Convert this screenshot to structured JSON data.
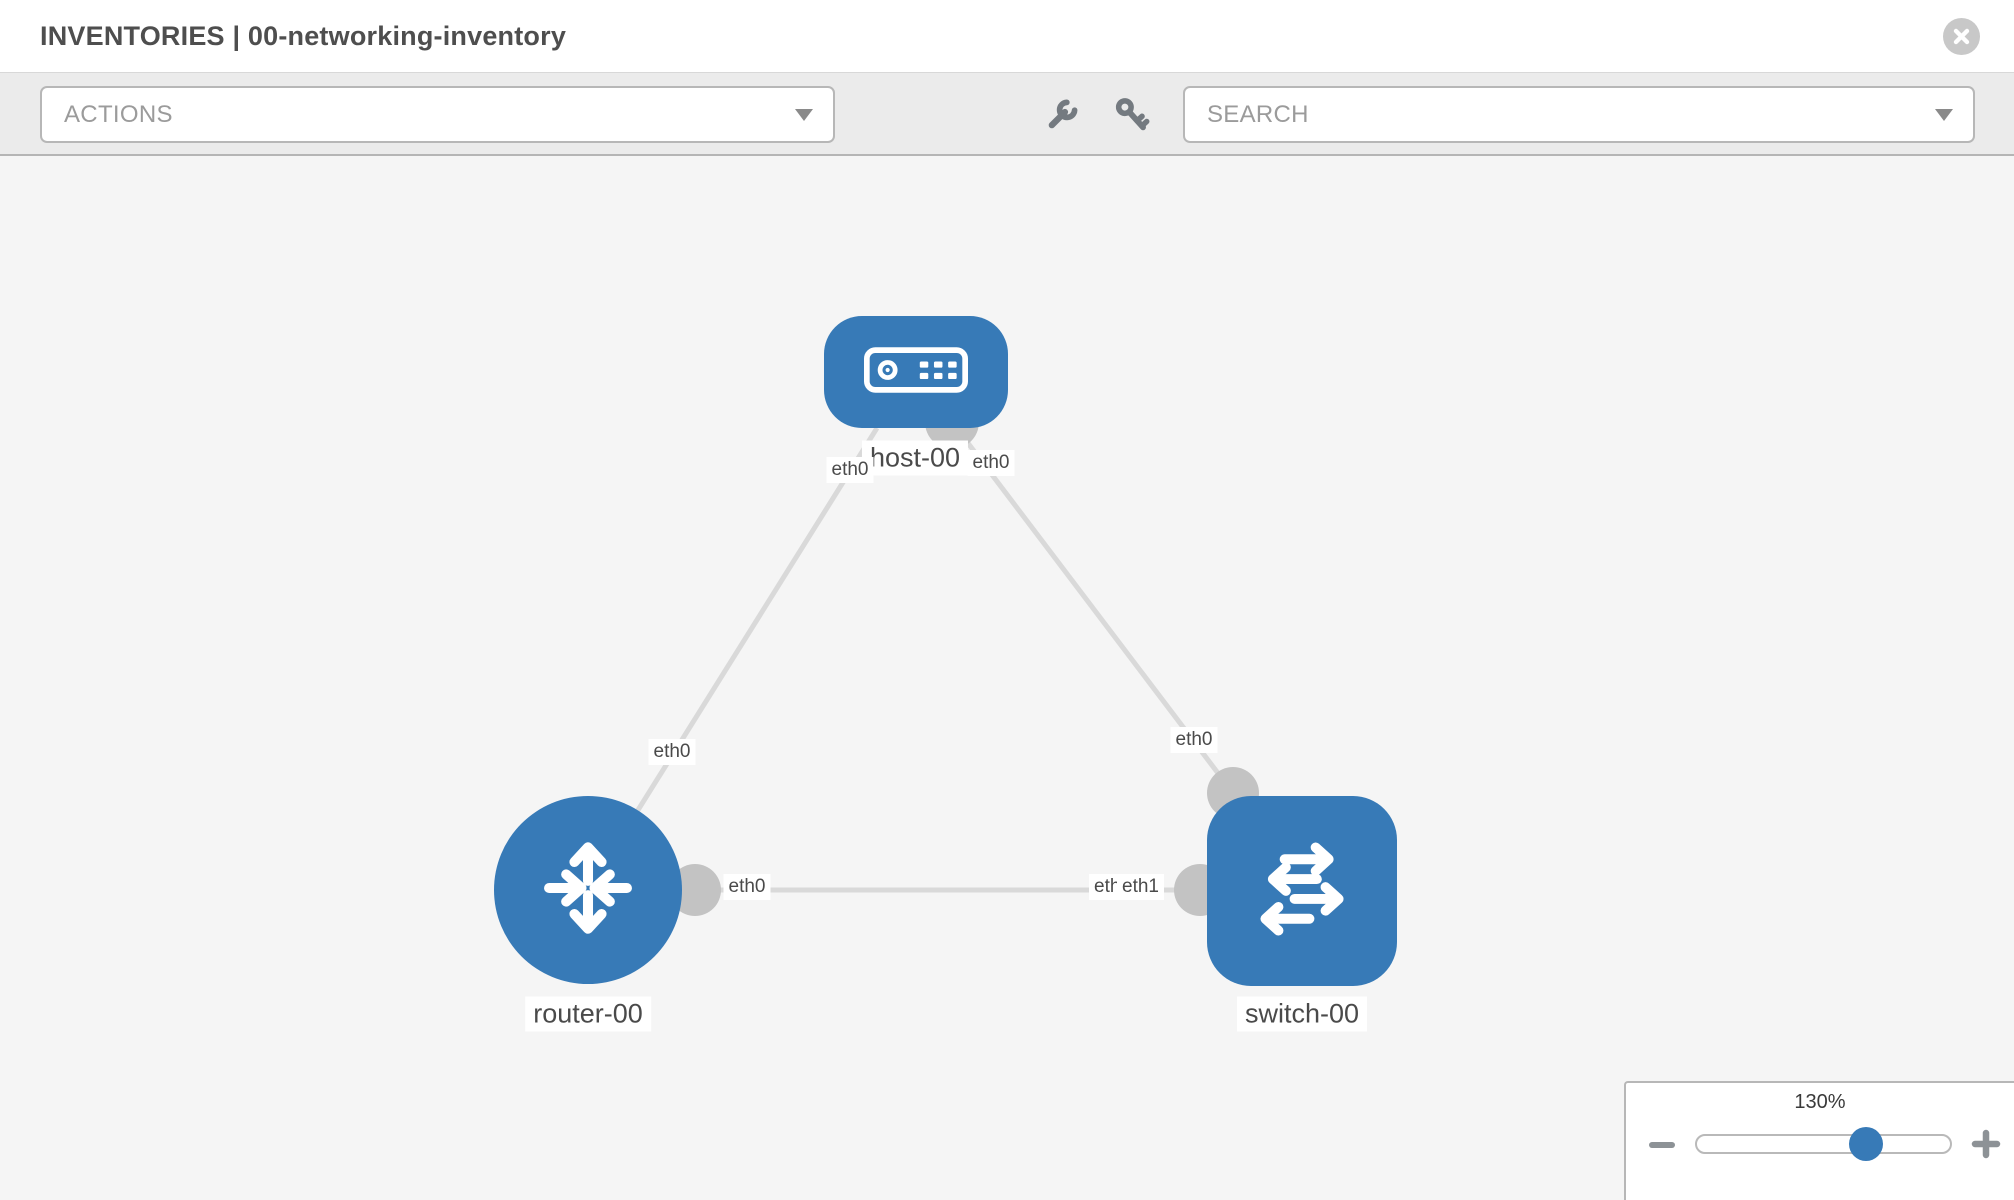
{
  "header": {
    "title": "INVENTORIES | 00-networking-inventory"
  },
  "toolbar": {
    "actions_label": "ACTIONS",
    "search_placeholder": "SEARCH",
    "icons": [
      "wrench-icon",
      "key-icon"
    ]
  },
  "topology": {
    "nodes": [
      {
        "id": "host-00",
        "label": "host-00",
        "type": "host",
        "shape": "rounded-rect"
      },
      {
        "id": "router-00",
        "label": "router-00",
        "type": "router",
        "shape": "circle"
      },
      {
        "id": "switch-00",
        "label": "switch-00",
        "type": "switch",
        "shape": "rounded-square"
      }
    ],
    "links": [
      {
        "source": "router-00",
        "target": "host-00",
        "source_interface": "eth0",
        "target_interface": "eth0"
      },
      {
        "source": "host-00",
        "target": "switch-00",
        "source_interface": "eth0",
        "target_interface": "eth0"
      },
      {
        "source": "router-00",
        "target": "switch-00",
        "source_interface": "eth0",
        "target_interface_overlapped": [
          "eth0",
          "eth1"
        ]
      }
    ],
    "labels": {
      "host": "host-00",
      "router": "router-00",
      "switch": "switch-00",
      "host_left_if": "eth0",
      "host_right_if": "eth0",
      "router_top_if": "eth0",
      "switch_top_if": "eth0",
      "mid_left_if": "eth0",
      "mid_right_if_bottom": "eth0",
      "mid_right_if_top": "eth1"
    }
  },
  "zoom_control": {
    "level": "130%"
  },
  "colors": {
    "node_blue": "#377ab7",
    "link_gray": "#d9d9d9",
    "connector_gray": "#c3c3c3",
    "toolbar_bg": "#ebebeb",
    "canvas_bg": "#f5f5f5",
    "label_text": "#4a4a4a"
  }
}
